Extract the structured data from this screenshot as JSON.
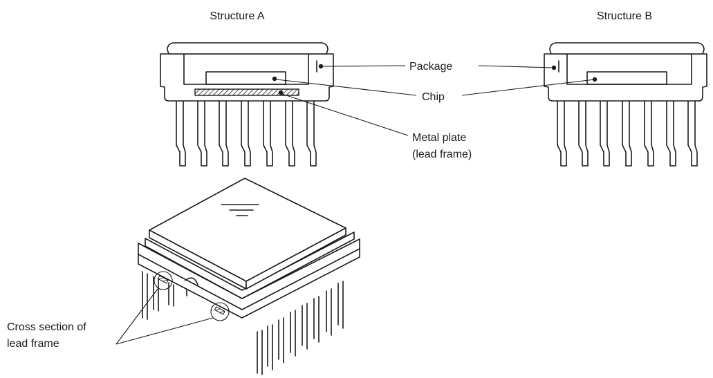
{
  "structure_a": {
    "title": "Structure A"
  },
  "structure_b": {
    "title": "Structure B"
  },
  "labels": {
    "package": "Package",
    "chip": "Chip",
    "metal_plate_line1": "Metal plate",
    "metal_plate_line2": "(lead frame)",
    "cross_section_line1": "Cross section of",
    "cross_section_line2": "lead frame"
  }
}
